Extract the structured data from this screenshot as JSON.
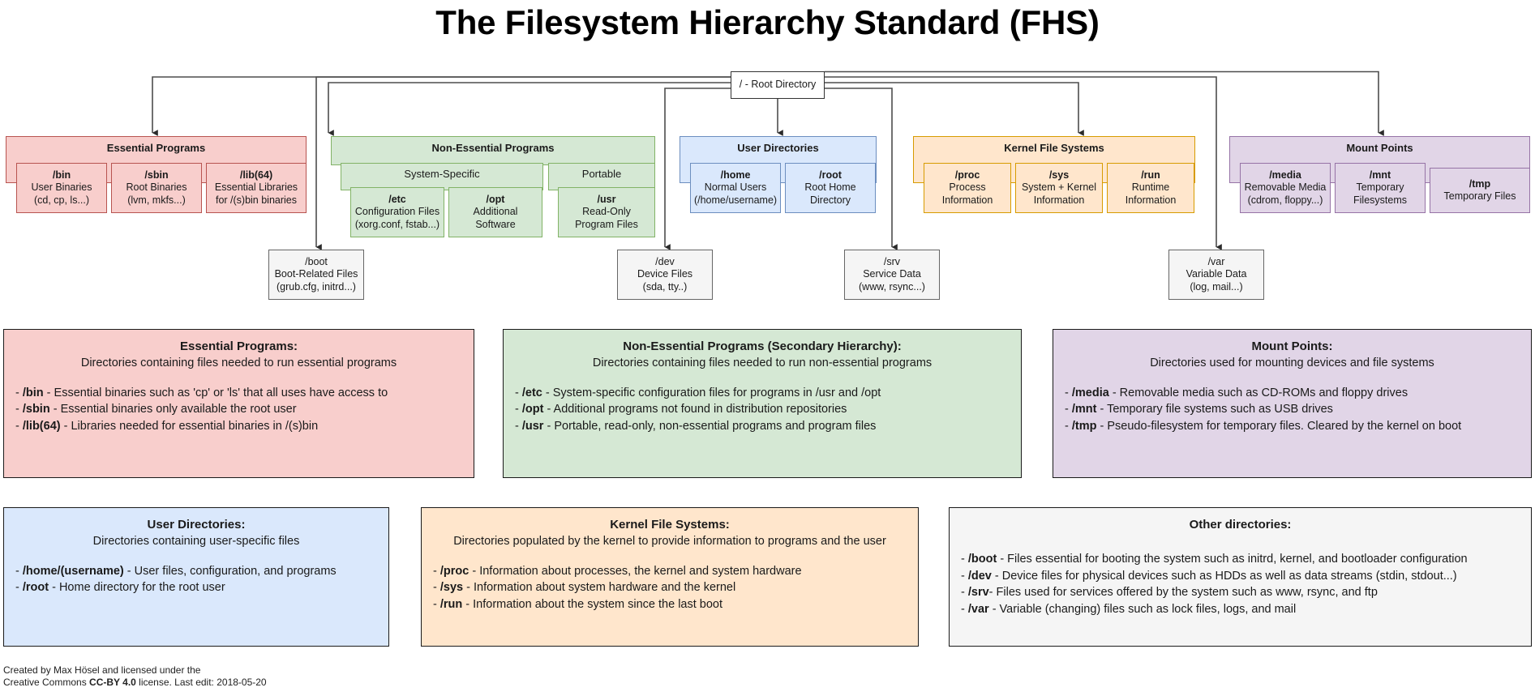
{
  "title": "The Filesystem Hierarchy Standard (FHS)",
  "root": {
    "label": "/ - Root Directory"
  },
  "groups": {
    "essential": {
      "header": "Essential Programs",
      "children": [
        {
          "name": "/bin",
          "desc1": "User Binaries",
          "desc2": "(cd, cp, ls...)"
        },
        {
          "name": "/sbin",
          "desc1": "Root Binaries",
          "desc2": "(lvm, mkfs...)"
        },
        {
          "name": "/lib(64)",
          "desc1": "Essential Libraries",
          "desc2": "for /(s)bin binaries"
        }
      ]
    },
    "nonessential": {
      "header": "Non-Essential Programs",
      "sub1": "System-Specific",
      "sub2": "Portable",
      "children": [
        {
          "name": "/etc",
          "desc1": "Configuration Files",
          "desc2": "(xorg.conf, fstab...)"
        },
        {
          "name": "/opt",
          "desc1": "Additional Software",
          "desc2": ""
        },
        {
          "name": "/usr",
          "desc1": "Read-Only",
          "desc2": "Program Files"
        }
      ]
    },
    "user": {
      "header": "User Directories",
      "children": [
        {
          "name": "/home",
          "desc1": "Normal Users",
          "desc2": "(/home/username)"
        },
        {
          "name": "/root",
          "desc1": "Root Home",
          "desc2": "Directory"
        }
      ]
    },
    "kernel": {
      "header": "Kernel File Systems",
      "children": [
        {
          "name": "/proc",
          "desc1": "Process",
          "desc2": "Information"
        },
        {
          "name": "/sys",
          "desc1": "System + Kernel",
          "desc2": "Information"
        },
        {
          "name": "/run",
          "desc1": "Runtime",
          "desc2": "Information"
        }
      ]
    },
    "mount": {
      "header": "Mount Points",
      "children": [
        {
          "name": "/media",
          "desc1": "Removable Media",
          "desc2": "(cdrom, floppy...)"
        },
        {
          "name": "/mnt",
          "desc1": "Temporary",
          "desc2": "Filesystems"
        },
        {
          "name": "/tmp",
          "desc1": "Temporary Files",
          "desc2": ""
        }
      ]
    }
  },
  "standalone": [
    {
      "name": "/boot",
      "desc1": "Boot-Related Files",
      "desc2": "(grub.cfg, initrd...)"
    },
    {
      "name": "/dev",
      "desc1": "Device Files",
      "desc2": "(sda, tty..)"
    },
    {
      "name": "/srv",
      "desc1": "Service Data",
      "desc2": "(www, rsync...)"
    },
    {
      "name": "/var",
      "desc1": "Variable Data",
      "desc2": "(log, mail...)"
    }
  ],
  "legends": {
    "essential": {
      "title": "Essential Programs:",
      "subtitle": "Directories containing files needed to run essential programs",
      "items": [
        {
          "key": "/bin",
          "text": " - Essential binaries such as 'cp' or 'ls' that all uses have access to"
        },
        {
          "key": "/sbin",
          "text": " - Essential binaries only available the root user"
        },
        {
          "key": "/lib(64)",
          "text": " - Libraries needed for essential binaries in /(s)bin"
        }
      ]
    },
    "nonessential": {
      "title": "Non-Essential Programs (Secondary Hierarchy):",
      "subtitle": "Directories containing files needed to run non-essential programs",
      "items": [
        {
          "key": "/etc",
          "text": " - System-specific configuration files for programs in /usr and /opt"
        },
        {
          "key": "/opt",
          "text": " - Additional programs not found in distribution repositories"
        },
        {
          "key": "/usr",
          "text": " - Portable, read-only, non-essential programs and program files"
        }
      ]
    },
    "mount": {
      "title": "Mount Points:",
      "subtitle": "Directories used for mounting devices and file systems",
      "items": [
        {
          "key": "/media",
          "text": " - Removable media such as CD-ROMs and floppy drives"
        },
        {
          "key": "/mnt",
          "text": " - Temporary file systems such as USB drives"
        },
        {
          "key": "/tmp",
          "text": " - Pseudo-filesystem for temporary files. Cleared by the kernel on boot"
        }
      ]
    },
    "user": {
      "title": "User Directories:",
      "subtitle": "Directories containing user-specific files",
      "items": [
        {
          "key": "/home/(username)",
          "text": " - User files, configuration, and programs"
        },
        {
          "key": "/root",
          "text": " - Home directory for the root user"
        }
      ]
    },
    "kernel": {
      "title": "Kernel File Systems:",
      "subtitle": "Directories populated by the kernel to provide information to programs and the user",
      "items": [
        {
          "key": "/proc",
          "text": " - Information about processes, the kernel and system hardware"
        },
        {
          "key": "/sys",
          "text": " - Information about system hardware and the kernel"
        },
        {
          "key": "/run",
          "text": " - Information about the system since the last boot"
        }
      ]
    },
    "other": {
      "title": "Other directories:",
      "subtitle": "",
      "items": [
        {
          "key": "/boot",
          "text": " - Files essential for booting the system such as initrd, kernel, and bootloader configuration"
        },
        {
          "key": "/dev",
          "text": " - Device files for physical devices such as HDDs as well as data streams (stdin, stdout...)"
        },
        {
          "key": "/srv",
          "text": "- Files used for services offered by the system such as www, rsync, and ftp"
        },
        {
          "key": "/var",
          "text": " - Variable (changing) files such as lock files, logs, and mail"
        }
      ]
    }
  },
  "footer": {
    "line1": "Created by Max Hösel and licensed under the",
    "line2_pre": "Creative Commons ",
    "line2_bold": "CC-BY 4.0",
    "line2_post": " license. Last edit: 2018-05-20"
  },
  "colors": {
    "red": "#f8cecc",
    "red_border": "#b85450",
    "green": "#d5e8d4",
    "green_border": "#82b366",
    "blue": "#dae8fc",
    "blue_border": "#6c8ebf",
    "orange": "#ffe6cc",
    "orange_border": "#d79b00",
    "purple": "#e1d5e7",
    "purple_border": "#9673a6",
    "gray": "#f5f5f5",
    "gray_border": "#666666"
  }
}
